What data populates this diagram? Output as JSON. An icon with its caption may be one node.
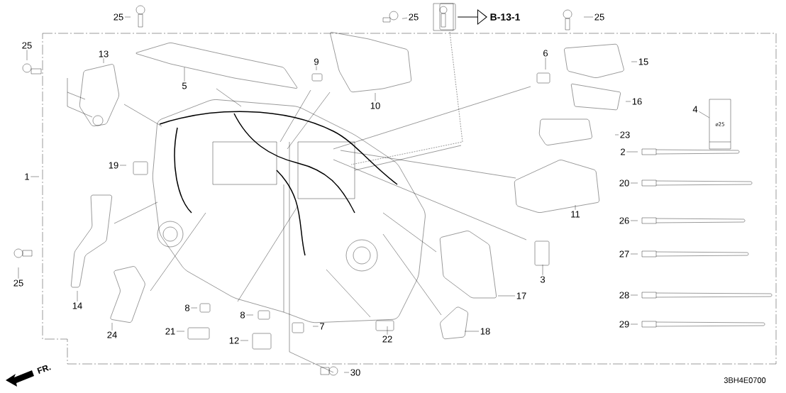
{
  "diagram": {
    "nodes": [
      {
        "text": [
          "25"
        ]
      },
      {
        "text": [
          "25"
        ]
      },
      {
        "text": [
          "13"
        ]
      },
      {
        "text": [
          "5"
        ]
      },
      {
        "text": [
          "9"
        ]
      },
      {
        "text": [
          "25"
        ]
      },
      {
        "text": [],
        "shape": "picture"
      },
      {
        "text": [
          "B-13-1"
        ]
      },
      {
        "text": [
          "25"
        ]
      },
      {
        "text": [
          "10"
        ]
      },
      {
        "text": [
          "6"
        ]
      },
      {
        "text": [
          "15"
        ]
      },
      {
        "text": [
          "16"
        ]
      },
      {
        "text": [
          "4"
        ]
      },
      {
        "text": [
          "23"
        ]
      },
      {
        "text": [
          "2"
        ]
      },
      {
        "text": [
          "1"
        ]
      },
      {
        "text": [
          "19"
        ]
      },
      {
        "text": [
          "20"
        ]
      },
      {
        "text": [
          "11"
        ]
      },
      {
        "text": [
          "26"
        ]
      },
      {
        "text": [
          "27"
        ]
      },
      {
        "text": [
          "3"
        ]
      },
      {
        "text": [
          "25"
        ]
      },
      {
        "text": [
          "14"
        ]
      },
      {
        "text": [
          "28"
        ]
      },
      {
        "text": [
          "17"
        ]
      },
      {
        "text": [
          "8"
        ]
      },
      {
        "text": [
          "8"
        ]
      },
      {
        "text": [
          "7"
        ]
      },
      {
        "text": [
          "29"
        ]
      },
      {
        "text": [
          "18"
        ]
      },
      {
        "text": [
          "21"
        ]
      },
      {
        "text": [
          "24"
        ]
      },
      {
        "text": [
          "12"
        ]
      },
      {
        "text": [
          "22"
        ]
      },
      {
        "text": [
          "30"
        ]
      },
      {
        "text": [
          "⌀25"
        ]
      }
    ],
    "edges": [
      {
        "from": 0,
        "to": null,
        "arrow": "none"
      },
      {
        "from": 1,
        "to": null,
        "arrow": "none"
      },
      {
        "from": 2,
        "to": null,
        "arrow": "none"
      },
      {
        "from": 3,
        "to": null,
        "arrow": "none"
      },
      {
        "from": 4,
        "to": null,
        "arrow": "none"
      },
      {
        "from": 5,
        "to": null,
        "arrow": "none"
      },
      {
        "from": 6,
        "to": 7,
        "arrow": "to"
      },
      {
        "from": 8,
        "to": null,
        "arrow": "none"
      },
      {
        "from": 9,
        "to": null,
        "arrow": "none"
      },
      {
        "from": 10,
        "to": null,
        "arrow": "none"
      },
      {
        "from": 11,
        "to": null,
        "arrow": "none"
      },
      {
        "from": 12,
        "to": null,
        "arrow": "none"
      },
      {
        "from": 13,
        "to": 37,
        "arrow": "none"
      },
      {
        "from": 14,
        "to": null,
        "arrow": "none"
      },
      {
        "from": 15,
        "to": null,
        "arrow": "none"
      },
      {
        "from": 16,
        "to": null,
        "arrow": "none"
      },
      {
        "from": 17,
        "to": null,
        "arrow": "none"
      },
      {
        "from": 18,
        "to": null,
        "arrow": "none"
      },
      {
        "from": 19,
        "to": null,
        "arrow": "none"
      },
      {
        "from": 20,
        "to": null,
        "arrow": "none"
      },
      {
        "from": 21,
        "to": null,
        "arrow": "none"
      },
      {
        "from": 22,
        "to": null,
        "arrow": "none"
      },
      {
        "from": 23,
        "to": null,
        "arrow": "none"
      },
      {
        "from": 24,
        "to": null,
        "arrow": "none"
      },
      {
        "from": 25,
        "to": null,
        "arrow": "none"
      },
      {
        "from": 26,
        "to": null,
        "arrow": "none"
      },
      {
        "from": 27,
        "to": null,
        "arrow": "none"
      },
      {
        "from": 28,
        "to": null,
        "arrow": "none"
      },
      {
        "from": 29,
        "to": null,
        "arrow": "none"
      },
      {
        "from": 30,
        "to": null,
        "arrow": "none"
      },
      {
        "from": 31,
        "to": null,
        "arrow": "none"
      },
      {
        "from": 32,
        "to": null,
        "arrow": "none"
      },
      {
        "from": 33,
        "to": null,
        "arrow": "none"
      },
      {
        "from": 34,
        "to": null,
        "arrow": "none"
      },
      {
        "from": 35,
        "to": null,
        "arrow": "none"
      },
      {
        "from": 36,
        "to": null,
        "arrow": "none"
      }
    ],
    "labels": [
      "FR.",
      "3BH4E0700"
    ]
  }
}
